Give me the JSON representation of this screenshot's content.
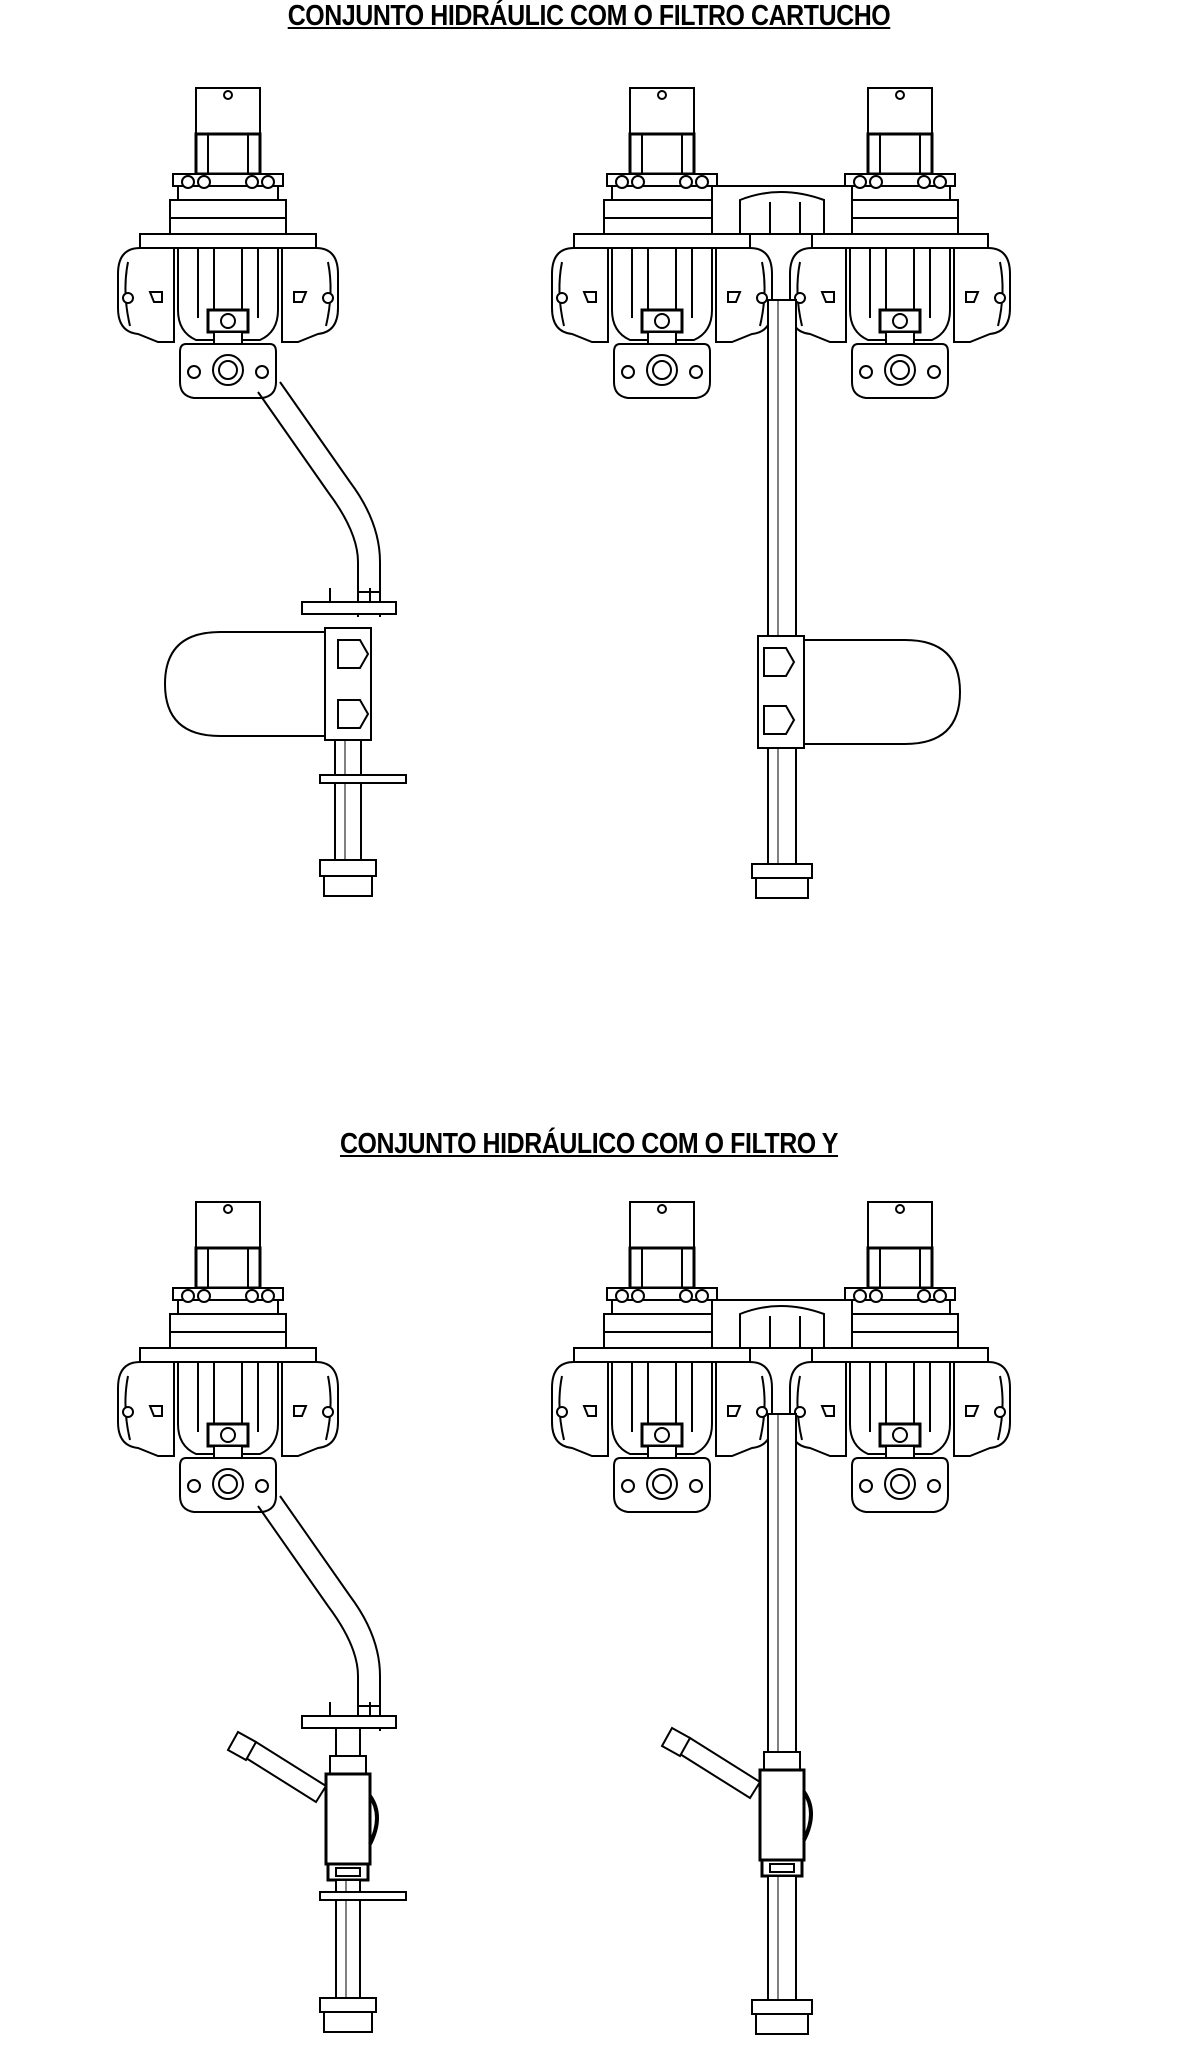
{
  "titles": {
    "top": "CONJUNTO HIDRÁULIC COM O FILTRO CARTUCHO",
    "bottom": "CONJUNTO HIDRÁULICO COM O FILTRO Y"
  },
  "colors": {
    "line": "#000000",
    "background": "#ffffff"
  },
  "assemblies": [
    {
      "section": "top",
      "variant": "single-valve-cartridge-filter"
    },
    {
      "section": "top",
      "variant": "double-valve-cartridge-filter"
    },
    {
      "section": "bottom",
      "variant": "single-valve-y-filter"
    },
    {
      "section": "bottom",
      "variant": "double-valve-y-filter"
    }
  ]
}
